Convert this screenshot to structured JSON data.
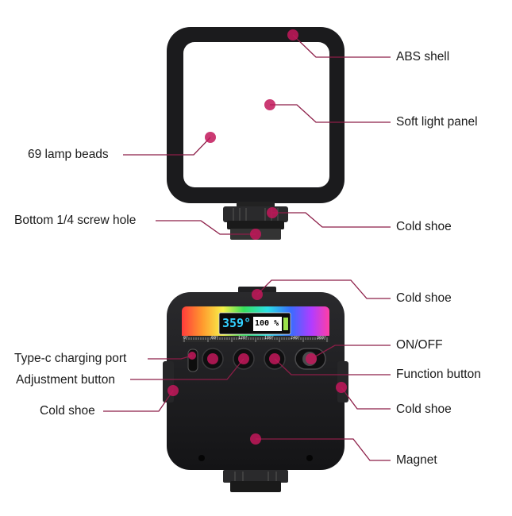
{
  "colors": {
    "leader": "#8c1d47",
    "dot": "#c2185b",
    "device_body": "#1c1c1e",
    "panel": "#ffffff",
    "accent_screen": "#33d1ff"
  },
  "top_device": {
    "labels": {
      "abs_shell": "ABS shell",
      "soft_light_panel": "Soft light panel",
      "lamp_beads": "69 lamp beads",
      "screw_hole": "Bottom 1/4 screw hole",
      "cold_shoe": "Cold shoe"
    }
  },
  "bottom_device": {
    "screen": {
      "hue_value": "359°",
      "brightness_value": "100 %",
      "scale_ticks": [
        "0°",
        "60°",
        "120°",
        "180°",
        "240°",
        "360°"
      ]
    },
    "labels": {
      "cold_shoe_top": "Cold shoe",
      "on_off": "ON/OFF",
      "type_c_port": "Type-c charging port",
      "function_button": "Function button",
      "adjustment_button": "Adjustment button",
      "cold_shoe_left": "Cold shoe",
      "cold_shoe_right": "Cold shoe",
      "magnet": "Magnet"
    }
  }
}
